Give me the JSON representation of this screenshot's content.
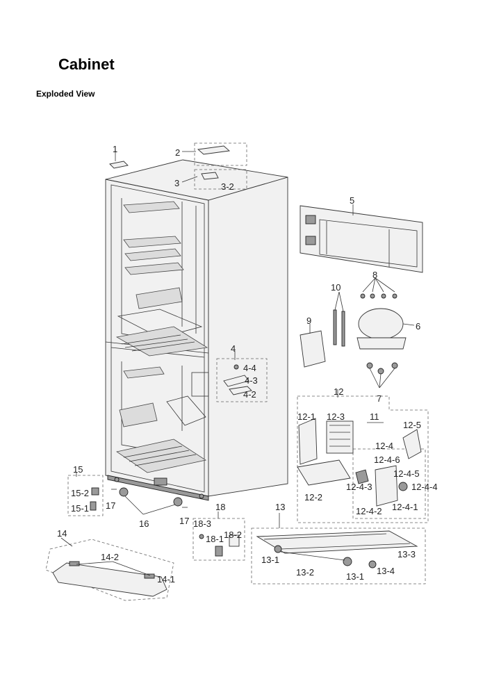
{
  "header": {
    "title": "Cabinet",
    "subtitle": "Exploded View"
  },
  "callouts": {
    "c1": "1",
    "c2": "2",
    "c3": "3",
    "c3_2": "3-2",
    "c4": "4",
    "c4_4": "4-4",
    "c4_3": "4-3",
    "c4_2": "4-2",
    "c5": "5",
    "c6": "6",
    "c7": "7",
    "c8": "8",
    "c9": "9",
    "c10": "10",
    "c11": "11",
    "c12": "12",
    "c12_1": "12-1",
    "c12_2": "12-2",
    "c12_3": "12-3",
    "c12_4": "12-4",
    "c12_4_1": "12-4-1",
    "c12_4_2": "12-4-2",
    "c12_4_3": "12-4-3",
    "c12_4_4": "12-4-4",
    "c12_4_5": "12-4-5",
    "c12_4_6": "12-4-6",
    "c12_5": "12-5",
    "c13": "13",
    "c13_1a": "13-1",
    "c13_1b": "13-1",
    "c13_2": "13-2",
    "c13_3": "13-3",
    "c13_4": "13-4",
    "c14": "14",
    "c14_1": "14-1",
    "c14_2": "14-2",
    "c15": "15",
    "c15_1": "15-1",
    "c15_2": "15-2",
    "c16": "16",
    "c17a": "17",
    "c17b": "17",
    "c18": "18",
    "c18_1": "18-1",
    "c18_2": "18-2",
    "c18_3": "18-3"
  }
}
